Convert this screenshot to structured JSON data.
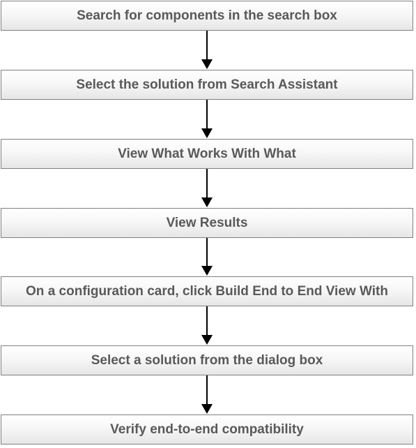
{
  "steps": [
    {
      "label": "Search for components in the search box"
    },
    {
      "label": "Select the solution from Search Assistant"
    },
    {
      "label": "View What Works With What"
    },
    {
      "label": "View Results"
    },
    {
      "label": "On a configuration card, click Build End to End View With"
    },
    {
      "label": "Select a solution from the dialog box"
    },
    {
      "label": "Verify end-to-end compatibility"
    }
  ]
}
